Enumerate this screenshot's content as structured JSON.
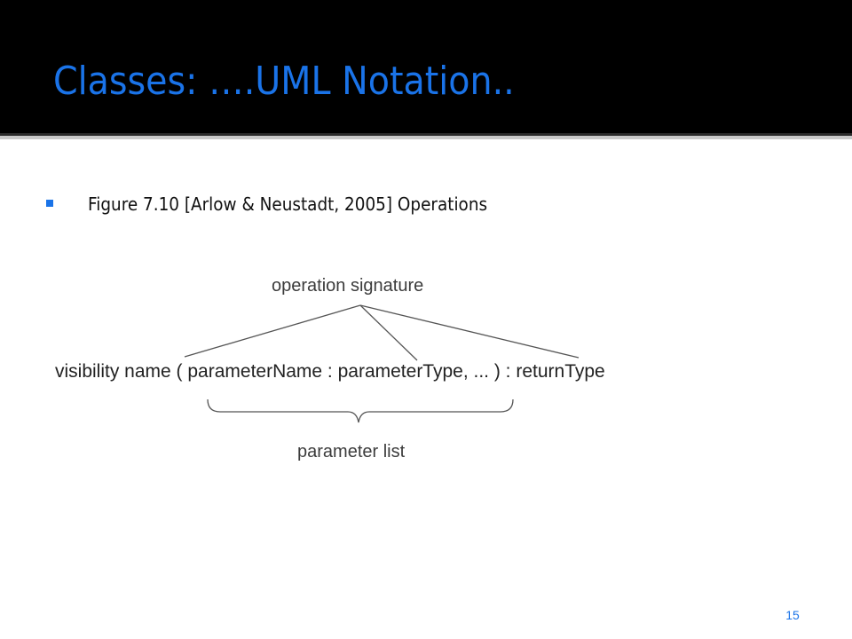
{
  "slide": {
    "title": "Classes: ….UML Notation..",
    "bullets": [
      {
        "text": "Figure 7.10 [Arlow & Neustadt, 2005] Operations"
      }
    ],
    "figure": {
      "top_label": "operation signature",
      "signature": "visibility name ( parameterName : parameterType, ... ) : returnType",
      "bottom_label": "parameter list"
    },
    "page_number": "15"
  },
  "colors": {
    "title": "#1a73e8",
    "header_background": "#000000",
    "bullet": "#1a73e8",
    "page_number": "#1a73e8"
  }
}
